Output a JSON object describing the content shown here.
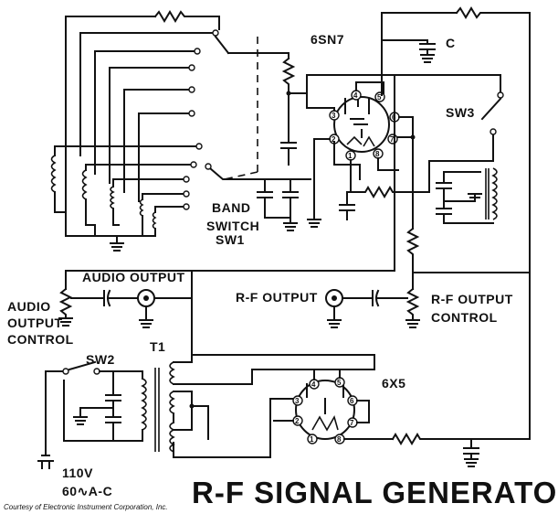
{
  "title": "R-F SIGNAL GENERATOR",
  "credit": "Courtesy of Electronic Instrument Corporation, Inc.",
  "labels": {
    "tube_6sn7": "6SN7",
    "tube_6x5": "6X5",
    "capacitor_c": "C",
    "sw3": "SW3",
    "band": "BAND",
    "switch": "SWITCH",
    "sw1": "SW1",
    "audio_output": "AUDIO OUTPUT",
    "audio_output_control_1": "AUDIO",
    "audio_output_control_2": "OUTPUT",
    "audio_output_control_3": "CONTROL",
    "rf_output": "R-F OUTPUT",
    "rf_output_control_1": "R-F OUTPUT",
    "rf_output_control_2": "CONTROL",
    "t1": "T1",
    "sw2": "SW2",
    "power_1": "110V",
    "power_2": "60∿A-C"
  },
  "tube_6sn7_pins": [
    "1",
    "2",
    "3",
    "4",
    "5",
    "6",
    "7",
    "8"
  ],
  "tube_6x5_pins": [
    "1",
    "2",
    "3",
    "4",
    "5",
    "6",
    "7",
    "8"
  ]
}
